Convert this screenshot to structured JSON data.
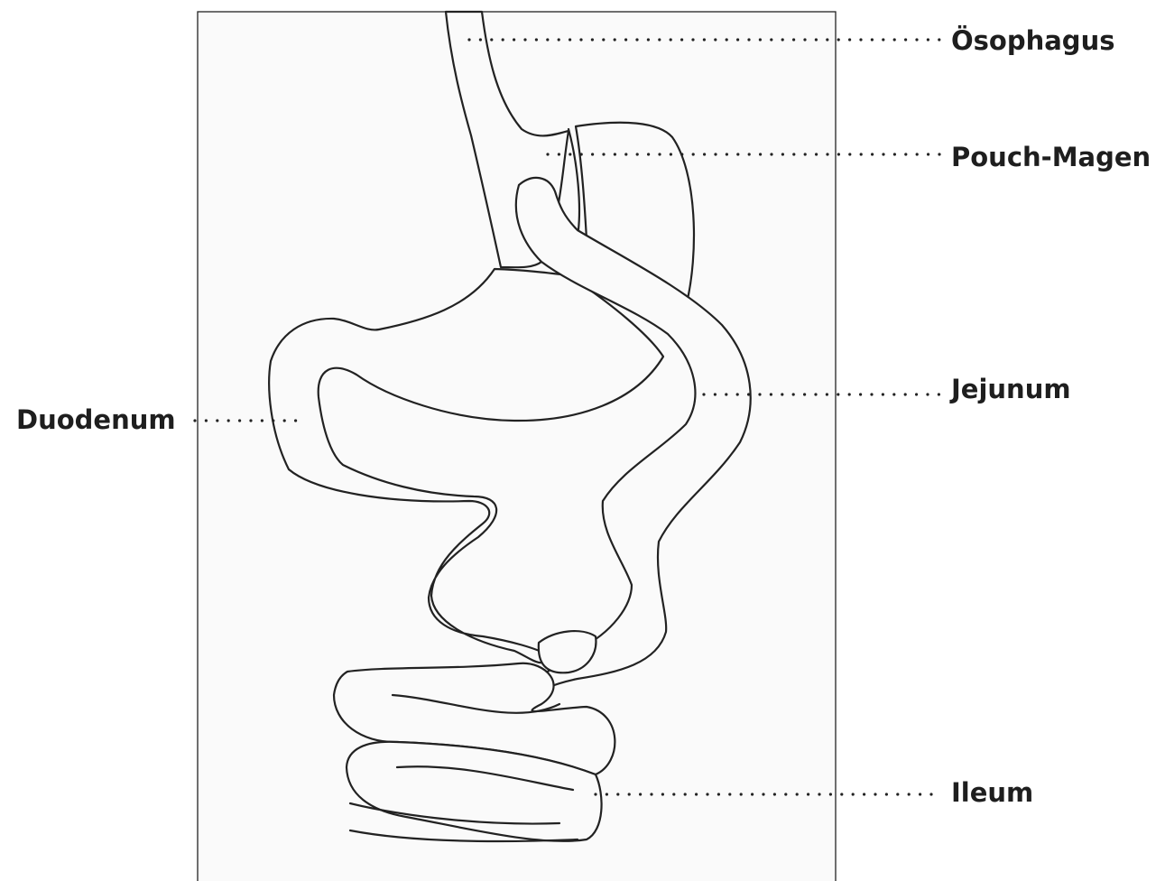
{
  "labels": {
    "oesophagus": "Ösophagus",
    "pouch_stomach": "Pouch-Magen",
    "jejunum": "Jejunum",
    "duodenum": "Duodenum",
    "ileum": "Ileum"
  },
  "colors": {
    "panel_fill": "#fafafa",
    "outline": "#222222",
    "text": "#1e1e1e"
  }
}
